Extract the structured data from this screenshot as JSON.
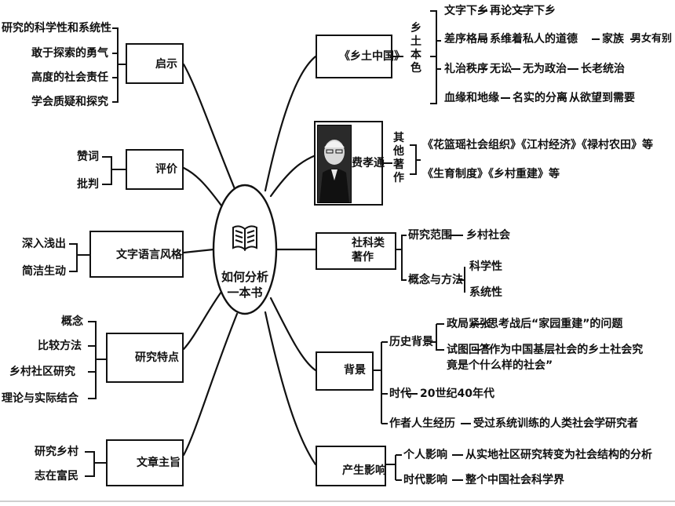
{
  "center": {
    "line1": "如何分析",
    "line2": "一本书"
  },
  "left": {
    "qishi": {
      "title": "启示",
      "icon": "lightbulb-icon",
      "items": [
        "研究的科学性和系统性",
        "敢于探索的勇气",
        "高度的社会责任",
        "学会质疑和探究"
      ]
    },
    "pingjia": {
      "title": "评价",
      "icon": "people-icon",
      "items": [
        "赞词",
        "批判"
      ]
    },
    "wenzi": {
      "title": "文字语言风格",
      "icon": "pages-icon",
      "items": [
        "深入浅出",
        "简洁生动"
      ]
    },
    "yanjiu": {
      "title": "研究特点",
      "icon": "stamp-icon",
      "items": [
        "概念",
        "比较方法",
        "乡村社区研究",
        "理论与实际结合"
      ]
    },
    "zhuzhi": {
      "title": "文章主旨",
      "icon": "star-icon",
      "items": [
        "研究乡村",
        "志在富民"
      ]
    }
  },
  "right": {
    "xiangtu": {
      "title": "《乡土中国》",
      "icon": "flag-icon",
      "vertical": "乡土本色",
      "rows": [
        [
          "文字下乡",
          "再论文字下乡"
        ],
        [
          "差序格局",
          "系维着私人的道德",
          "家族",
          "男女有别"
        ],
        [
          "礼治秩序",
          "无讼",
          "无为政治",
          "长老统治"
        ],
        [
          "血缘和地缘",
          "名实的分离",
          "从欲望到需要"
        ]
      ]
    },
    "fei": {
      "title": "费孝通",
      "icon": "author-portrait",
      "vertical": "其他著作",
      "rows": [
        "《花篮瑶社会组织》《江村经济》《禄村农田》等",
        "《生育制度》《乡村重建》等"
      ]
    },
    "sheke": {
      "title1": "社科类",
      "title2": "著作",
      "icon": "tag-icon",
      "range_label": "研究范围",
      "range_value": "乡村社会",
      "method_label": "概念与方法",
      "method_items": [
        "科学性",
        "系统性"
      ]
    },
    "beijing": {
      "title": "背景",
      "icon": "globe-icon",
      "history_label": "历史背景",
      "history_1_label": "政局紧张",
      "history_1_value": "思考战后“家园重建”的问题",
      "history_2_label": "试图回答",
      "history_2_line1": "“作为中国基层社会的乡土社会究",
      "history_2_line2": "竟是个什么样的社会”",
      "era_label": "时代",
      "era_value": "20世纪40年代",
      "author_label": "作者人生经历",
      "author_value": "受过系统训练的人类社会学研究者"
    },
    "yingxiang": {
      "title": "产生影响",
      "icon": "atom-icon",
      "rows": [
        [
          "个人影响",
          "从实地社区研究转变为社会结构的分析"
        ],
        [
          "时代影响",
          "整个中国社会科学界"
        ]
      ]
    }
  }
}
